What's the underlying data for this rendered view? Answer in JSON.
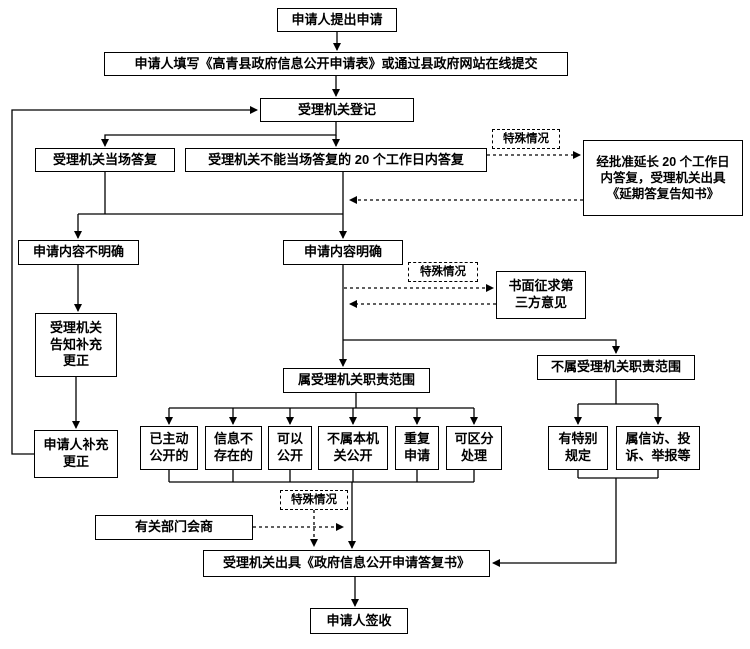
{
  "colors": {
    "background": "#ffffff",
    "line": "#000000",
    "text": "#000000"
  },
  "nodes": {
    "apply": {
      "label": "申请人提出申请"
    },
    "fill_form": {
      "label": "申请人填写《高青县政府信息公开申请表》或通过县政府网站在线提交"
    },
    "register": {
      "label": "受理机关登记"
    },
    "onsite_reply": {
      "label": "受理机关当场答复"
    },
    "reply_20days": {
      "label": "受理机关不能当场答复的 20 个工作日内答复"
    },
    "special_case_1": {
      "label": "特殊情况"
    },
    "extension": {
      "label": "经批准延长 20 个工作日\n内答复，受理机关出具\n《延期答复告知书》"
    },
    "unclear": {
      "label": "申请内容不明确"
    },
    "clear": {
      "label": "申请内容明确"
    },
    "special_case_2": {
      "label": "特殊情况"
    },
    "third_party": {
      "label": "书面征求第\n三方意见"
    },
    "notify_supplement": {
      "label": "受理机关\n告知补充\n更正"
    },
    "applicant_supplement": {
      "label": "申请人补充\n更正"
    },
    "in_scope": {
      "label": "属受理机关职责范围"
    },
    "out_scope": {
      "label": "不属受理机关职责范围"
    },
    "already_public": {
      "label": "已主动\n公开的"
    },
    "not_exist": {
      "label": "信息不\n存在的"
    },
    "can_public": {
      "label": "可以\n公开"
    },
    "not_this_org": {
      "label": "不属本机\n关公开"
    },
    "repeat_apply": {
      "label": "重复\n申请"
    },
    "separable": {
      "label": "可区分\n处理"
    },
    "special_rules": {
      "label": "有特别\n规定"
    },
    "petition": {
      "label": "属信访、投\n诉、举报等"
    },
    "special_case_3": {
      "label": "特殊情况"
    },
    "consult": {
      "label": "有关部门会商"
    },
    "reply_doc": {
      "label": "受理机关出具《政府信息公开申请答复书》"
    },
    "sign": {
      "label": "申请人签收"
    }
  }
}
